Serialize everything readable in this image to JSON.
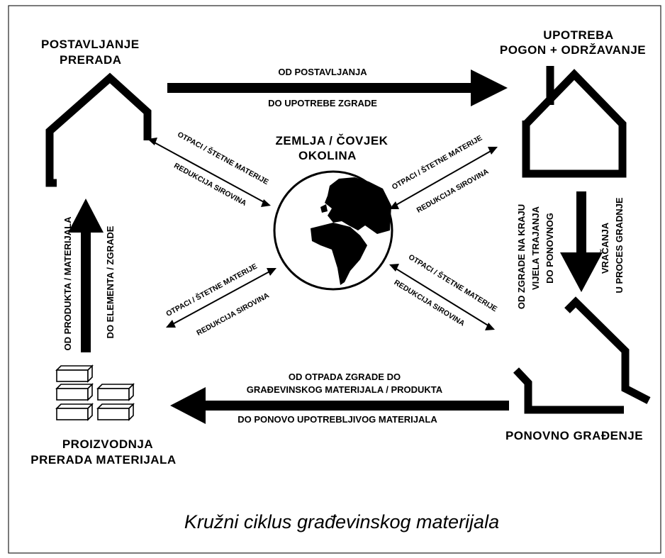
{
  "stages": {
    "installation": {
      "lines": [
        "POSTAVLJANJE",
        "PRERADA"
      ]
    },
    "usage": {
      "lines": [
        "UPOTREBA",
        "POGON + ODRŽAVANJE"
      ]
    },
    "rebuilding": {
      "lines": [
        "PONOVNO GRAĐENJE"
      ]
    },
    "production": {
      "lines": [
        "PROIZVODNJA",
        "PRERADA MATERIJALA"
      ]
    }
  },
  "center": {
    "lines": [
      "ZEMLJA / ČOVJEK",
      "OKOLINA"
    ]
  },
  "flows": {
    "top": [
      "OD POSTAVLJANJA",
      "DO UPOTREBE ZGRADE"
    ],
    "right": [
      "OD ZGRADE NA KRAJU",
      "VIJELA TRAJANJA",
      "DO PONOVNOG",
      "VRAČANJA",
      "U PROCES GRADNJE"
    ],
    "bottom": [
      "OD OTPADA ZGRADE DO",
      "GRAĐEVINSKOG MATERIJALA / PRODUKTA",
      "DO PONOVO UPOTREBLJIVOG MATERIJALA"
    ],
    "left": [
      "OD PRODUKTA / MATERIJALA",
      "DO ELEMENTA / ZGRADE"
    ]
  },
  "exchanges": {
    "top_left": [
      "OTPACI / ŠTETNE MATERIJE",
      "REDUKCIJA SIROVINA"
    ],
    "top_right": [
      "OTPACI / ŠTETNE MATERIJE",
      "REDUKCIJA SIROVINA"
    ],
    "bottom_left": [
      "OTPACI / ŠTETNE MATERIJE",
      "REDUKCIJA SIROVINA"
    ],
    "bottom_right": [
      "OTPACI / ŠTETNE MATERIJE",
      "REDUKCIJA SIROVINA"
    ]
  },
  "caption": "Kružni ciklus građevinskog materijala",
  "colors": {
    "ink": "#000000",
    "paper": "#ffffff"
  }
}
